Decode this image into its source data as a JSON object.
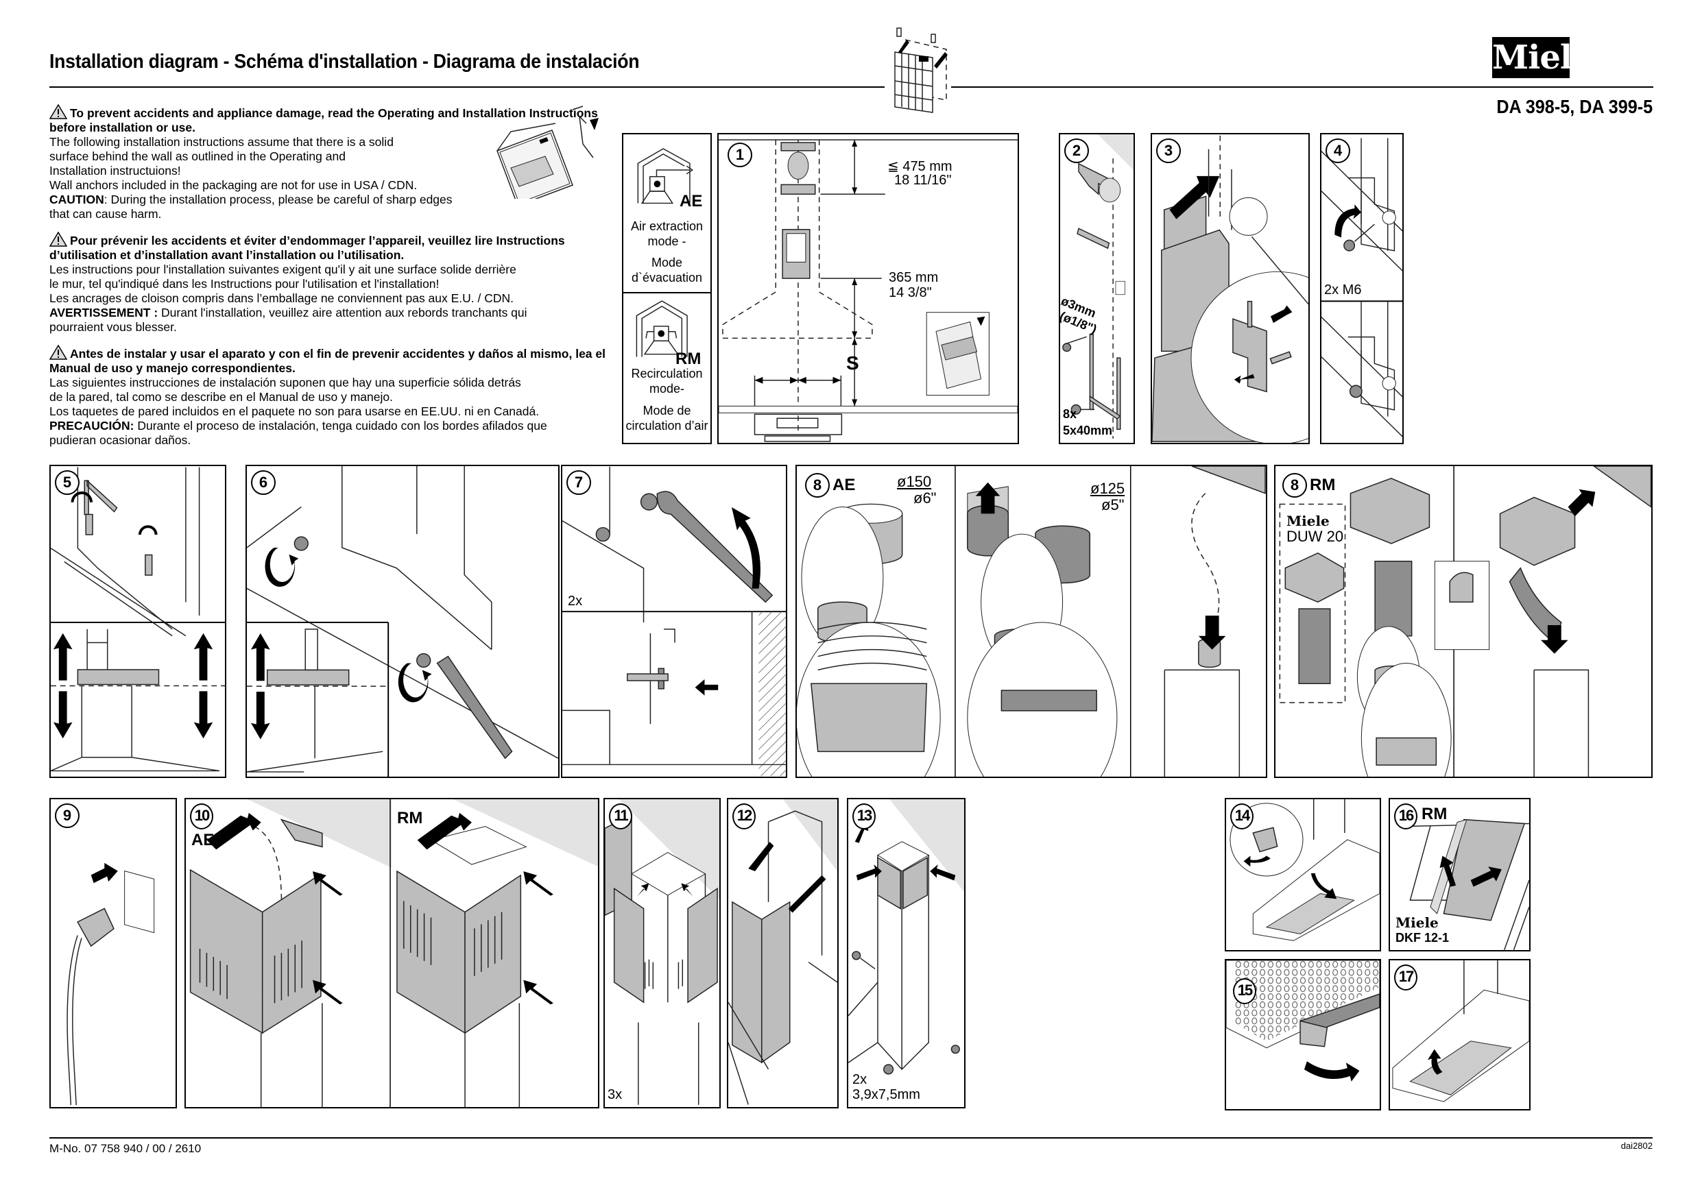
{
  "header": {
    "title": "Installation diagram  -  Schéma d'installation  -  Diagrama de instalación",
    "brand": "Miele",
    "models": "DA 398-5, DA 399-5"
  },
  "warnings": [
    {
      "lang": "en",
      "icon": "warning-triangle-icon",
      "heading": "To prevent accidents and appliance damage, read the Operating and Installation Instructions before installation or use.",
      "lines": [
        "The following installation instructions assume that there is a solid",
        "surface behind the wall as outlined in the Operating and",
        "Installation instructuions!",
        "Wall anchors included in the packaging are not for use in USA / CDN."
      ],
      "caution_label": "CAUTION",
      "caution_text": ": During the installation process, please be careful of sharp edges that can cause harm."
    },
    {
      "lang": "fr",
      "icon": "warning-triangle-icon",
      "heading": "Pour prévenir les accidents et éviter d’endommager l’appareil, veuillez lire Instructions d’utilisation et d’installation avant l’installation ou l’utilisation.",
      "lines": [
        "Les instructions pour l'installation suivantes exigent qu'il y ait une surface solide derrière",
        "le mur, tel qu'indiqué dans les Instructions pour l'utilisation et l'installation!",
        "Les ancrages de cloison compris dans l’emballage ne conviennent pas aux E.U. / CDN."
      ],
      "caution_label": "AVERTISSEMENT :",
      "caution_text": " Durant l'installation, veuillez aire attention aux rebords tranchants qui pourraient vous blesser."
    },
    {
      "lang": "es",
      "icon": "warning-triangle-icon",
      "heading": "Antes de instalar y usar el aparato y con el fin de prevenir accidentes y daños al mismo, lea el Manual de uso y manejo correspondientes.",
      "lines": [
        "Las siguientes instrucciones de instalación suponen que hay una superficie sólida detrás",
        "de la pared, tal como se describe en el Manual de uso y manejo.",
        "Los taquetes de pared incluidos en el paquete no son para usarse en EE.UU. ni en Canadá."
      ],
      "caution_label": "PRECAUCIÓN:",
      "caution_text": " Durante el proceso de instalación, tenga cuidado con los bordes afilados que pudieran ocasionar daños."
    }
  ],
  "modes": {
    "ae": {
      "code": "AE",
      "line1": "Air extraction",
      "line2": "mode -",
      "line3": "Mode",
      "line4": "d`évacuation"
    },
    "rm": {
      "code": "RM",
      "line1": "Recirculation",
      "line2": "mode-",
      "line3": "Mode de",
      "line4": "circulation d’air"
    }
  },
  "steps": {
    "s1": {
      "num": "1",
      "dim1_mm": "≦ 475 mm",
      "dim1_in": "18 11/16\"",
      "dim2_mm": "365 mm",
      "dim2_in": "14 3/8\"",
      "dim3": "S"
    },
    "s2": {
      "num": "2",
      "drill": "ø3mm",
      "drill_in": "(ø1/8\")",
      "qty": "8x",
      "screw": "5x40mm"
    },
    "s3": {
      "num": "3"
    },
    "s4": {
      "num": "4",
      "qty": "2x M6"
    },
    "s5": {
      "num": "5"
    },
    "s6": {
      "num": "6"
    },
    "s7": {
      "num": "7",
      "qty": "2x"
    },
    "s8ae": {
      "num": "8",
      "mode": "AE",
      "d1": "ø150",
      "d1_in": "ø6\"",
      "d2": "ø125",
      "d2_in": "ø5\""
    },
    "s8rm": {
      "num": "8",
      "mode": "RM",
      "brand": "Miele",
      "accessory": "DUW 20"
    },
    "s9": {
      "num": "9"
    },
    "s10": {
      "num": "10",
      "mode_ae": "AE",
      "mode_rm": "RM"
    },
    "s11": {
      "num": "11",
      "qty": "3x"
    },
    "s12": {
      "num": "12"
    },
    "s13": {
      "num": "13",
      "qty": "2x",
      "screw": "3,9x7,5mm"
    },
    "s14": {
      "num": "14"
    },
    "s15": {
      "num": "15"
    },
    "s16": {
      "num": "16",
      "mode": "RM",
      "brand": "Miele",
      "accessory": "DKF 12-1"
    },
    "s17": {
      "num": "17"
    }
  },
  "footer": {
    "doc_number": "M-No. 07 758 940 / 00 / 2610",
    "code": "dai2802"
  }
}
